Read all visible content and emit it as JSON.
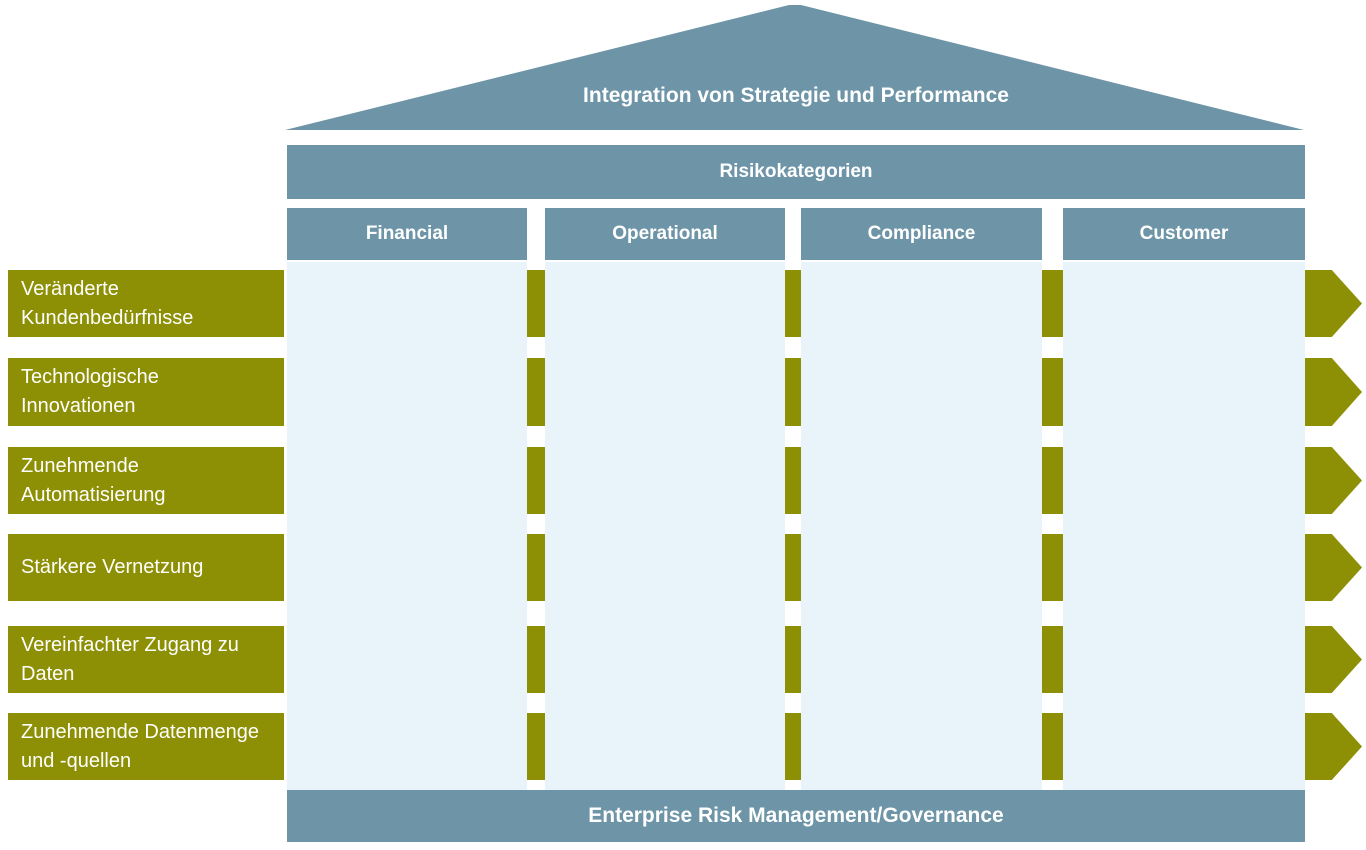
{
  "colors": {
    "steel_blue": "#6D95A7",
    "pillar_fill": "#E9F3FA",
    "olive_green": "#8D9004",
    "text_on_color": "#FFFFFF"
  },
  "roof": {
    "title": "Integration von Strategie und Performance"
  },
  "risk_band": {
    "label": "Risikokategorien"
  },
  "pillars": [
    {
      "label": "Financial"
    },
    {
      "label": "Operational"
    },
    {
      "label": "Compliance"
    },
    {
      "label": "Customer"
    }
  ],
  "drivers": [
    {
      "label": "Veränderte\nKundenbedürfnisse"
    },
    {
      "label": "Technologische\nInnovationen"
    },
    {
      "label": "Zunehmende\nAutomatisierung"
    },
    {
      "label": "Stärkere Vernetzung"
    },
    {
      "label": "Vereinfachter Zugang zu\nDaten"
    },
    {
      "label": "Zunehmende Datenmenge\nund -quellen"
    }
  ],
  "base_band": {
    "label": "Enterprise Risk Management/Governance"
  }
}
